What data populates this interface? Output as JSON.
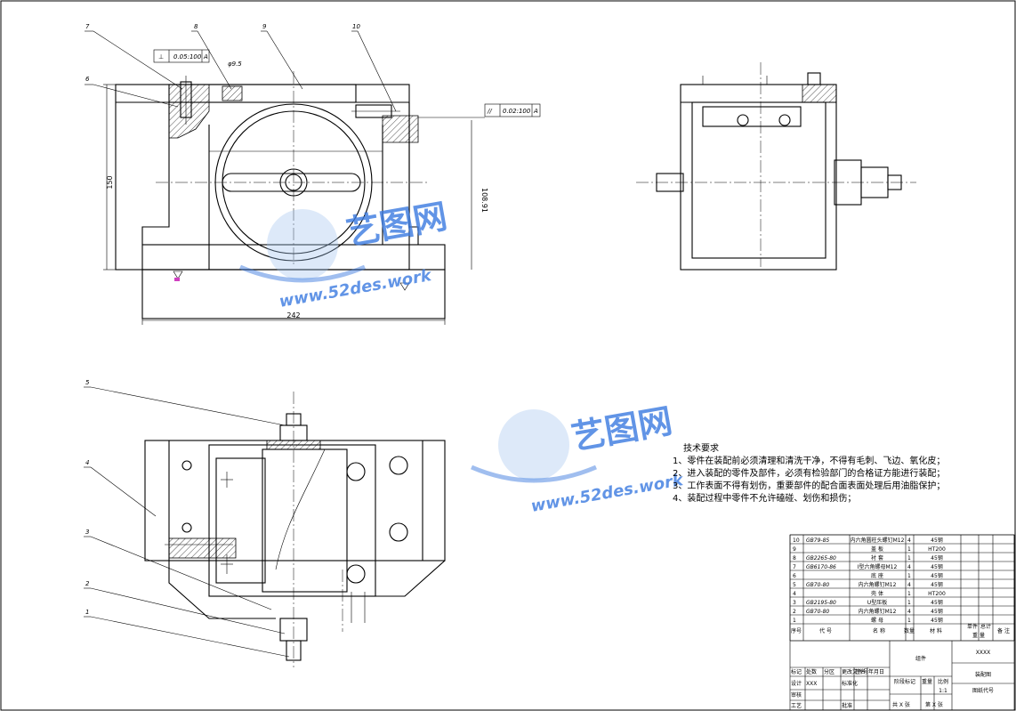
{
  "callouts": {
    "top": [
      "7",
      "6",
      "8",
      "9",
      "10"
    ],
    "bottom": [
      "5",
      "4",
      "3",
      "2",
      "1"
    ]
  },
  "dimensions": {
    "height": "150",
    "width": "242",
    "center_height": "108.91",
    "slot": "φ9.5",
    "tolerance_1_value": "0.05:100",
    "tolerance_1_datum": "A",
    "tolerance_2_value": "0.02:100",
    "tolerance_2_datum": "A"
  },
  "watermark": {
    "name": "艺图网",
    "url": "www.52des.work"
  },
  "notes": {
    "title": "技术要求",
    "items": [
      "1、零件在装配前必须清理和清洗干净，不得有毛刺、飞边、氧化皮；",
      "2、进入装配的零件及部件，必须有检验部门的合格证方能进行装配；",
      "3、工作表面不得有划伤，重要部件的配合面表面处理后用油脂保护；",
      "4、装配过程中零件不允许磕碰、划伤和损伤；"
    ]
  },
  "bom": {
    "rows": [
      {
        "no": "10",
        "code": "GB79-85",
        "name": "内六角圆柱头螺钉M12",
        "qty": "4",
        "material": "45钢"
      },
      {
        "no": "9",
        "code": "",
        "name": "盖    板",
        "qty": "1",
        "material": "HT200"
      },
      {
        "no": "8",
        "code": "GB2265-80",
        "name": "衬    套",
        "qty": "1",
        "material": "45钢"
      },
      {
        "no": "7",
        "code": "GB6170-86",
        "name": "I型六角螺母M12",
        "qty": "4",
        "material": "45钢"
      },
      {
        "no": "6",
        "code": "",
        "name": "底    座",
        "qty": "1",
        "material": "45钢"
      },
      {
        "no": "5",
        "code": "GB70-80",
        "name": "内六角螺钉M12",
        "qty": "4",
        "material": "45钢"
      },
      {
        "no": "4",
        "code": "",
        "name": "壳    体",
        "qty": "1",
        "material": "HT200"
      },
      {
        "no": "3",
        "code": "GB2195-80",
        "name": "U型压板",
        "qty": "1",
        "material": "45钢"
      },
      {
        "no": "2",
        "code": "GB70-80",
        "name": "内六角螺钉M12",
        "qty": "4",
        "material": "45钢"
      },
      {
        "no": "1",
        "code": "",
        "name": "螺    母",
        "qty": "1",
        "material": "45钢"
      }
    ],
    "header": {
      "no": "序号",
      "code": "代    号",
      "name": "名    称",
      "qty": "数量",
      "material": "材    料",
      "unit_weight": "单件",
      "total_weight": "总计",
      "weight": "重  量",
      "remark": "备  注"
    }
  },
  "title_block": {
    "project": "XXXX",
    "drawing_name": "装配图",
    "group": "组件",
    "scale": "1:1",
    "drawing_no_label": "图纸代号",
    "stage_label": "阶段标记",
    "weight_label": "重量",
    "scale_label": "比例",
    "mark_label": "标记",
    "count_label": "处数",
    "zone_label": "分区",
    "doc_label": "更改文件号",
    "sign_label": "签名",
    "date_label": "年月日",
    "design_label": "设计",
    "design_value": "XXX",
    "std_label": "标准化",
    "review_label": "审核",
    "process_label": "工艺",
    "approve_label": "批准",
    "sheet_total": "共  X  张",
    "sheet_no": "第  X  张"
  }
}
